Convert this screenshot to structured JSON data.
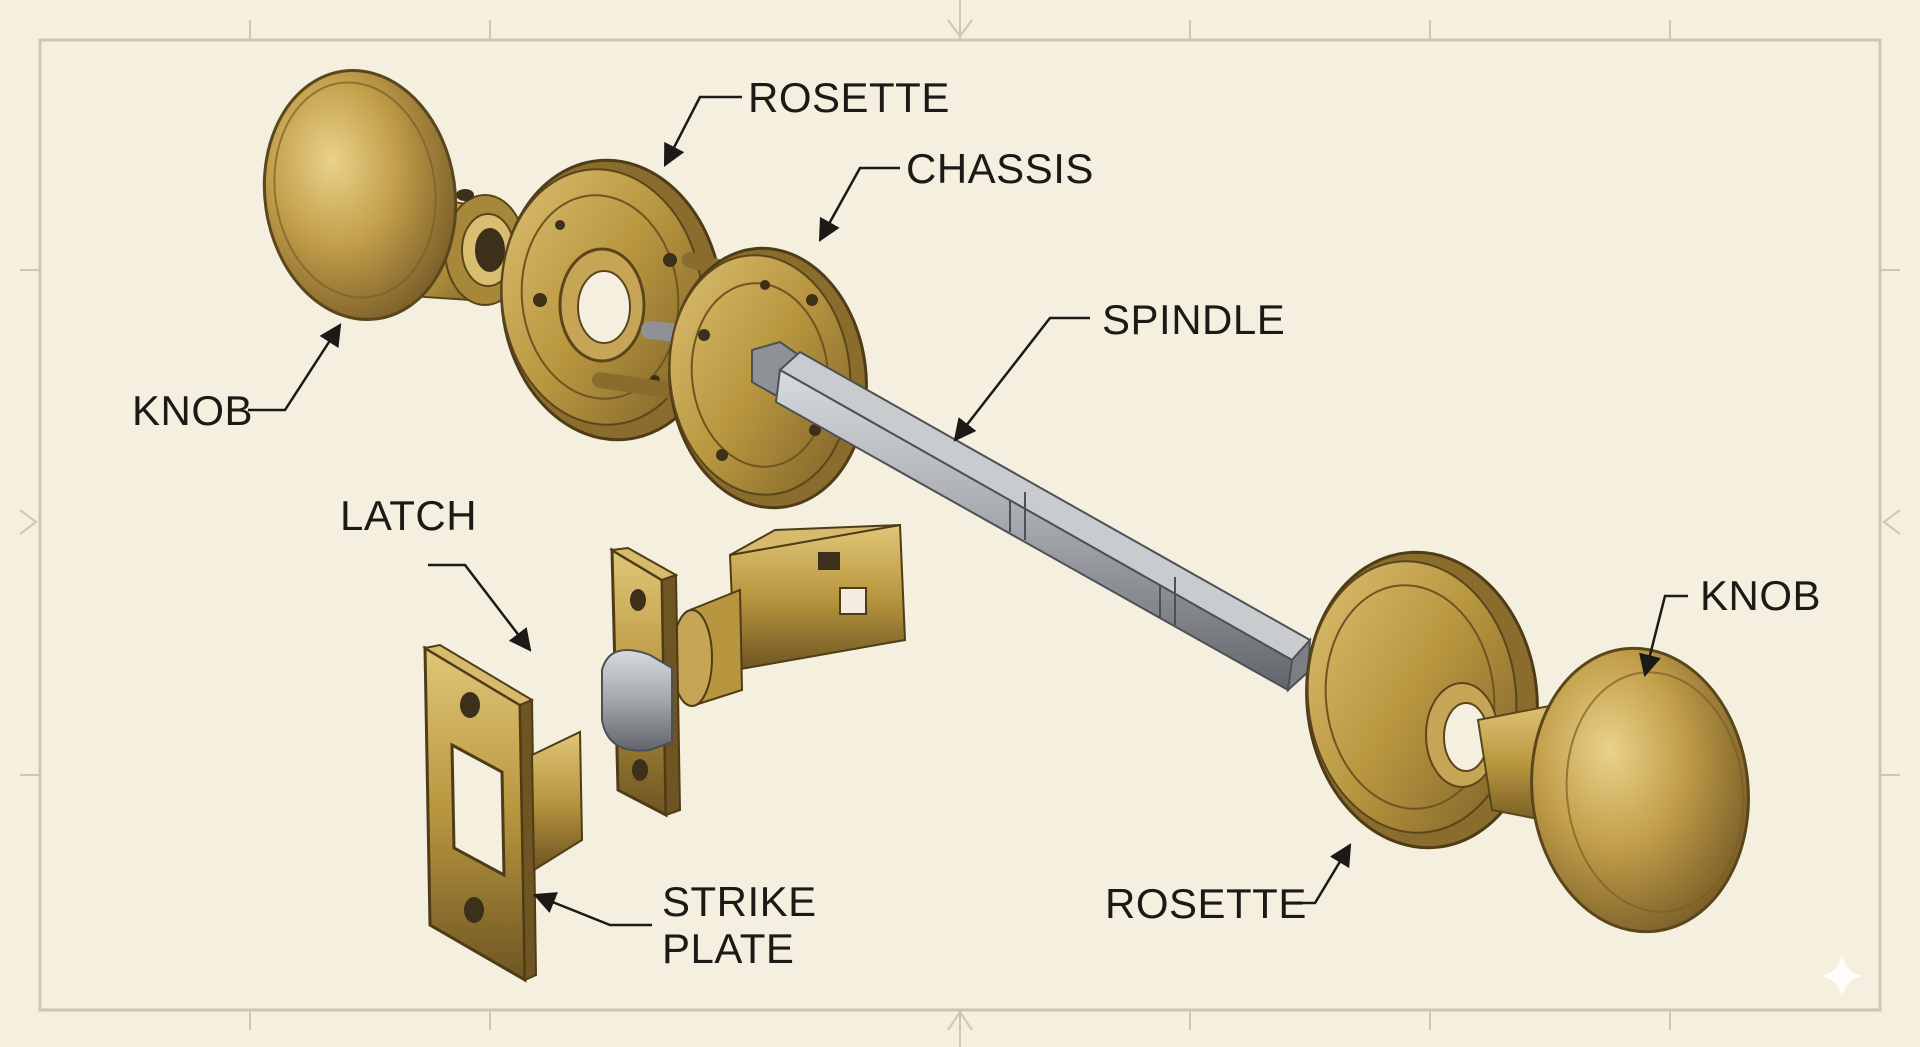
{
  "labels": {
    "rosette_top": "ROSETTE",
    "chassis": "CHASSIS",
    "spindle": "SPINDLE",
    "knob_left": "KNOB",
    "latch": "LATCH",
    "knob_right": "KNOB",
    "strike_plate_line1": "STRIKE",
    "strike_plate_line2": "PLATE",
    "rosette_bottom": "ROSETTE"
  },
  "colors": {
    "paper": "#f4efdf",
    "frame": "#cfc6ac",
    "brass": "#b8963f",
    "brass_dark": "#6e5522",
    "brass_light": "#e2c77a",
    "steel": "#9a9ea3",
    "steel_dark": "#55595e",
    "ink": "#1c1a16"
  }
}
